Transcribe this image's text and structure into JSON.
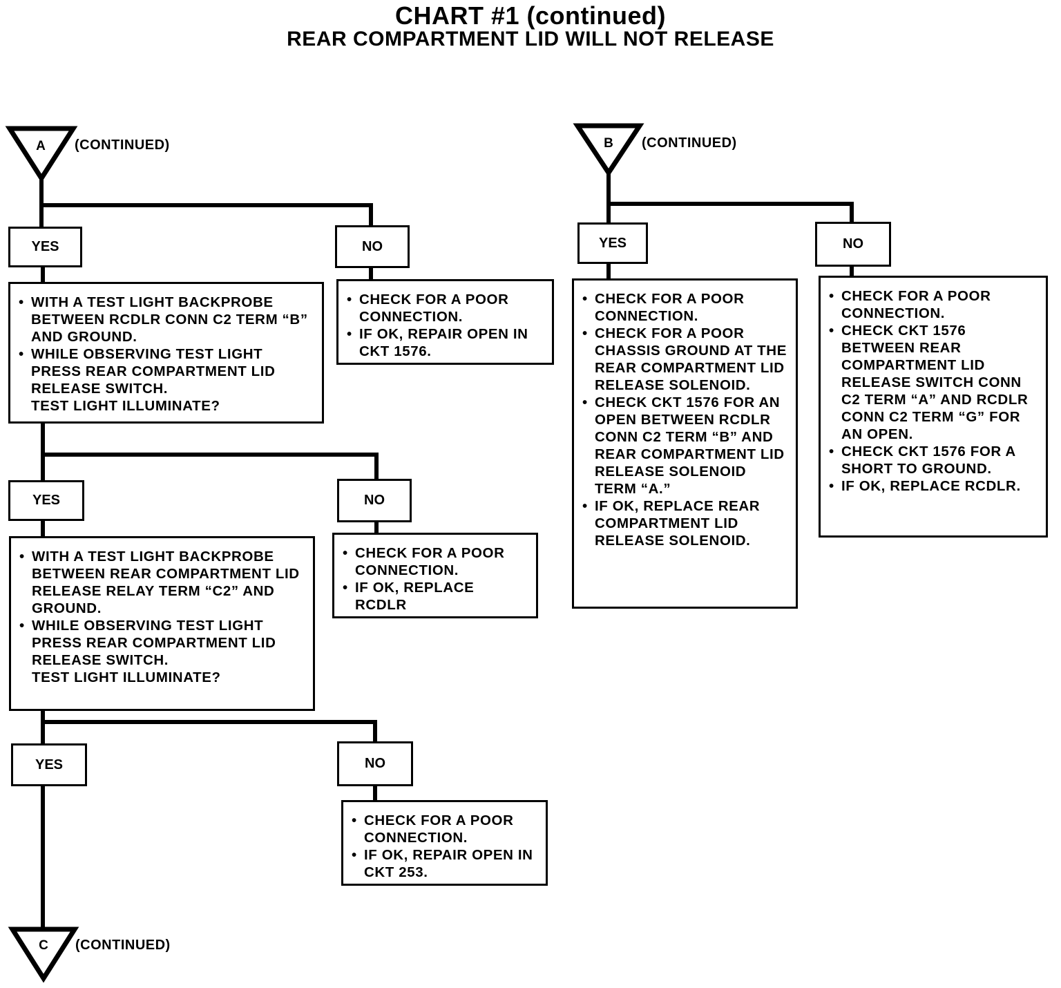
{
  "title": "CHART #1 (continued)",
  "subtitle": "REAR COMPARTMENT LID WILL NOT RELEASE",
  "connectors": {
    "a": {
      "letter": "A",
      "note": "(CONTINUED)"
    },
    "b": {
      "letter": "B",
      "note": "(CONTINUED)"
    },
    "c": {
      "letter": "C",
      "note": "(CONTINUED)"
    }
  },
  "answers": {
    "yes": "YES",
    "no": "NO"
  },
  "steps": {
    "a_step1": {
      "bullets": [
        "WITH A TEST LIGHT BACKPROBE BETWEEN RCDLR CONN C2 TERM “B” AND GROUND.",
        "WHILE OBSERVING TEST LIGHT PRESS REAR COMPARTMENT LID RELEASE SWITCH."
      ],
      "question": "TEST LIGHT ILLUMINATE?"
    },
    "a_no1": {
      "bullets": [
        "CHECK FOR A POOR CONNECTION.",
        "IF OK, REPAIR OPEN IN CKT 1576."
      ]
    },
    "a_step2": {
      "bullets": [
        "WITH A TEST LIGHT BACKPROBE BETWEEN REAR COMPARTMENT LID RELEASE RELAY TERM “C2” AND GROUND.",
        "WHILE OBSERVING TEST LIGHT PRESS REAR COMPARTMENT LID RELEASE SWITCH."
      ],
      "question": "TEST LIGHT ILLUMINATE?"
    },
    "a_no2": {
      "bullets": [
        "CHECK FOR A POOR CONNECTION.",
        "IF OK, REPLACE RCDLR"
      ]
    },
    "a_no3": {
      "bullets": [
        "CHECK FOR A POOR CONNECTION.",
        "IF OK, REPAIR OPEN IN CKT 253."
      ]
    },
    "b_yes": {
      "bullets": [
        "CHECK FOR A POOR CONNECTION.",
        "CHECK FOR A POOR CHASSIS GROUND AT THE REAR COMPARTMENT LID RELEASE SOLENOID.",
        "CHECK CKT 1576 FOR AN OPEN BETWEEN RCDLR CONN C2 TERM “B” AND REAR COMPARTMENT LID RELEASE SOLENOID TERM “A.”",
        "IF OK, REPLACE REAR COMPARTMENT LID RELEASE SOLENOID."
      ]
    },
    "b_no": {
      "bullets": [
        "CHECK FOR A POOR CONNECTION.",
        "CHECK CKT 1576 BETWEEN REAR COMPARTMENT LID RELEASE SWITCH CONN C2 TERM “A” AND RCDLR CONN C2 TERM “G” FOR AN OPEN.",
        "CHECK CKT 1576 FOR A SHORT TO GROUND.",
        "IF OK, REPLACE RCDLR."
      ]
    }
  }
}
